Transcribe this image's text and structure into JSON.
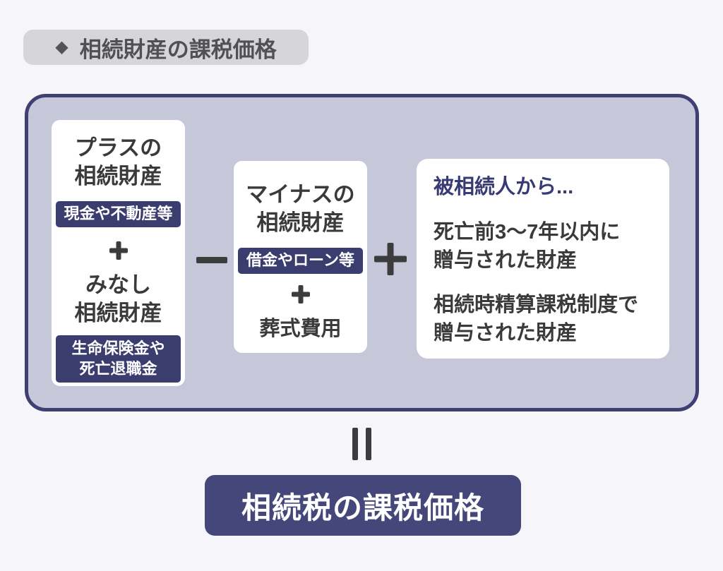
{
  "colors": {
    "page_bg": "#f6f5fa",
    "container_fill": "#c6c8d9",
    "container_border": "#3e4073",
    "navy_badge": "#3b3d6e",
    "result_bg": "#45477b",
    "text_dark": "#3a3a3a",
    "heading_navy": "#383a74",
    "header_bg": "#d6d5d8",
    "header_text": "#515154",
    "operator": "#3c3c3e"
  },
  "header": {
    "icon": "diamond",
    "icon_glyph": "◆",
    "title": "相続財産の課税価格"
  },
  "formula": {
    "plus_assets_card": {
      "title": "プラスの\n相続財産",
      "badge": "現金や不動産等",
      "plus": "+",
      "subtitle": "みなし\n相続財産",
      "badge2": "生命保険金や\n死亡退職金"
    },
    "minus_operator": "−",
    "minus_assets_card": {
      "title": "マイナスの\n相続財産",
      "badge": "借金やローン等",
      "plus": "+",
      "item": "葬式費用"
    },
    "plus_operator": "+",
    "gifted_assets_card": {
      "heading": "被相続人から...",
      "item1": "死亡前3〜7年以内に\n贈与された財産",
      "item2": "相続時精算課税制度で\n贈与された財産"
    },
    "equals_operator": "=",
    "result": "相続税の課税価格"
  }
}
